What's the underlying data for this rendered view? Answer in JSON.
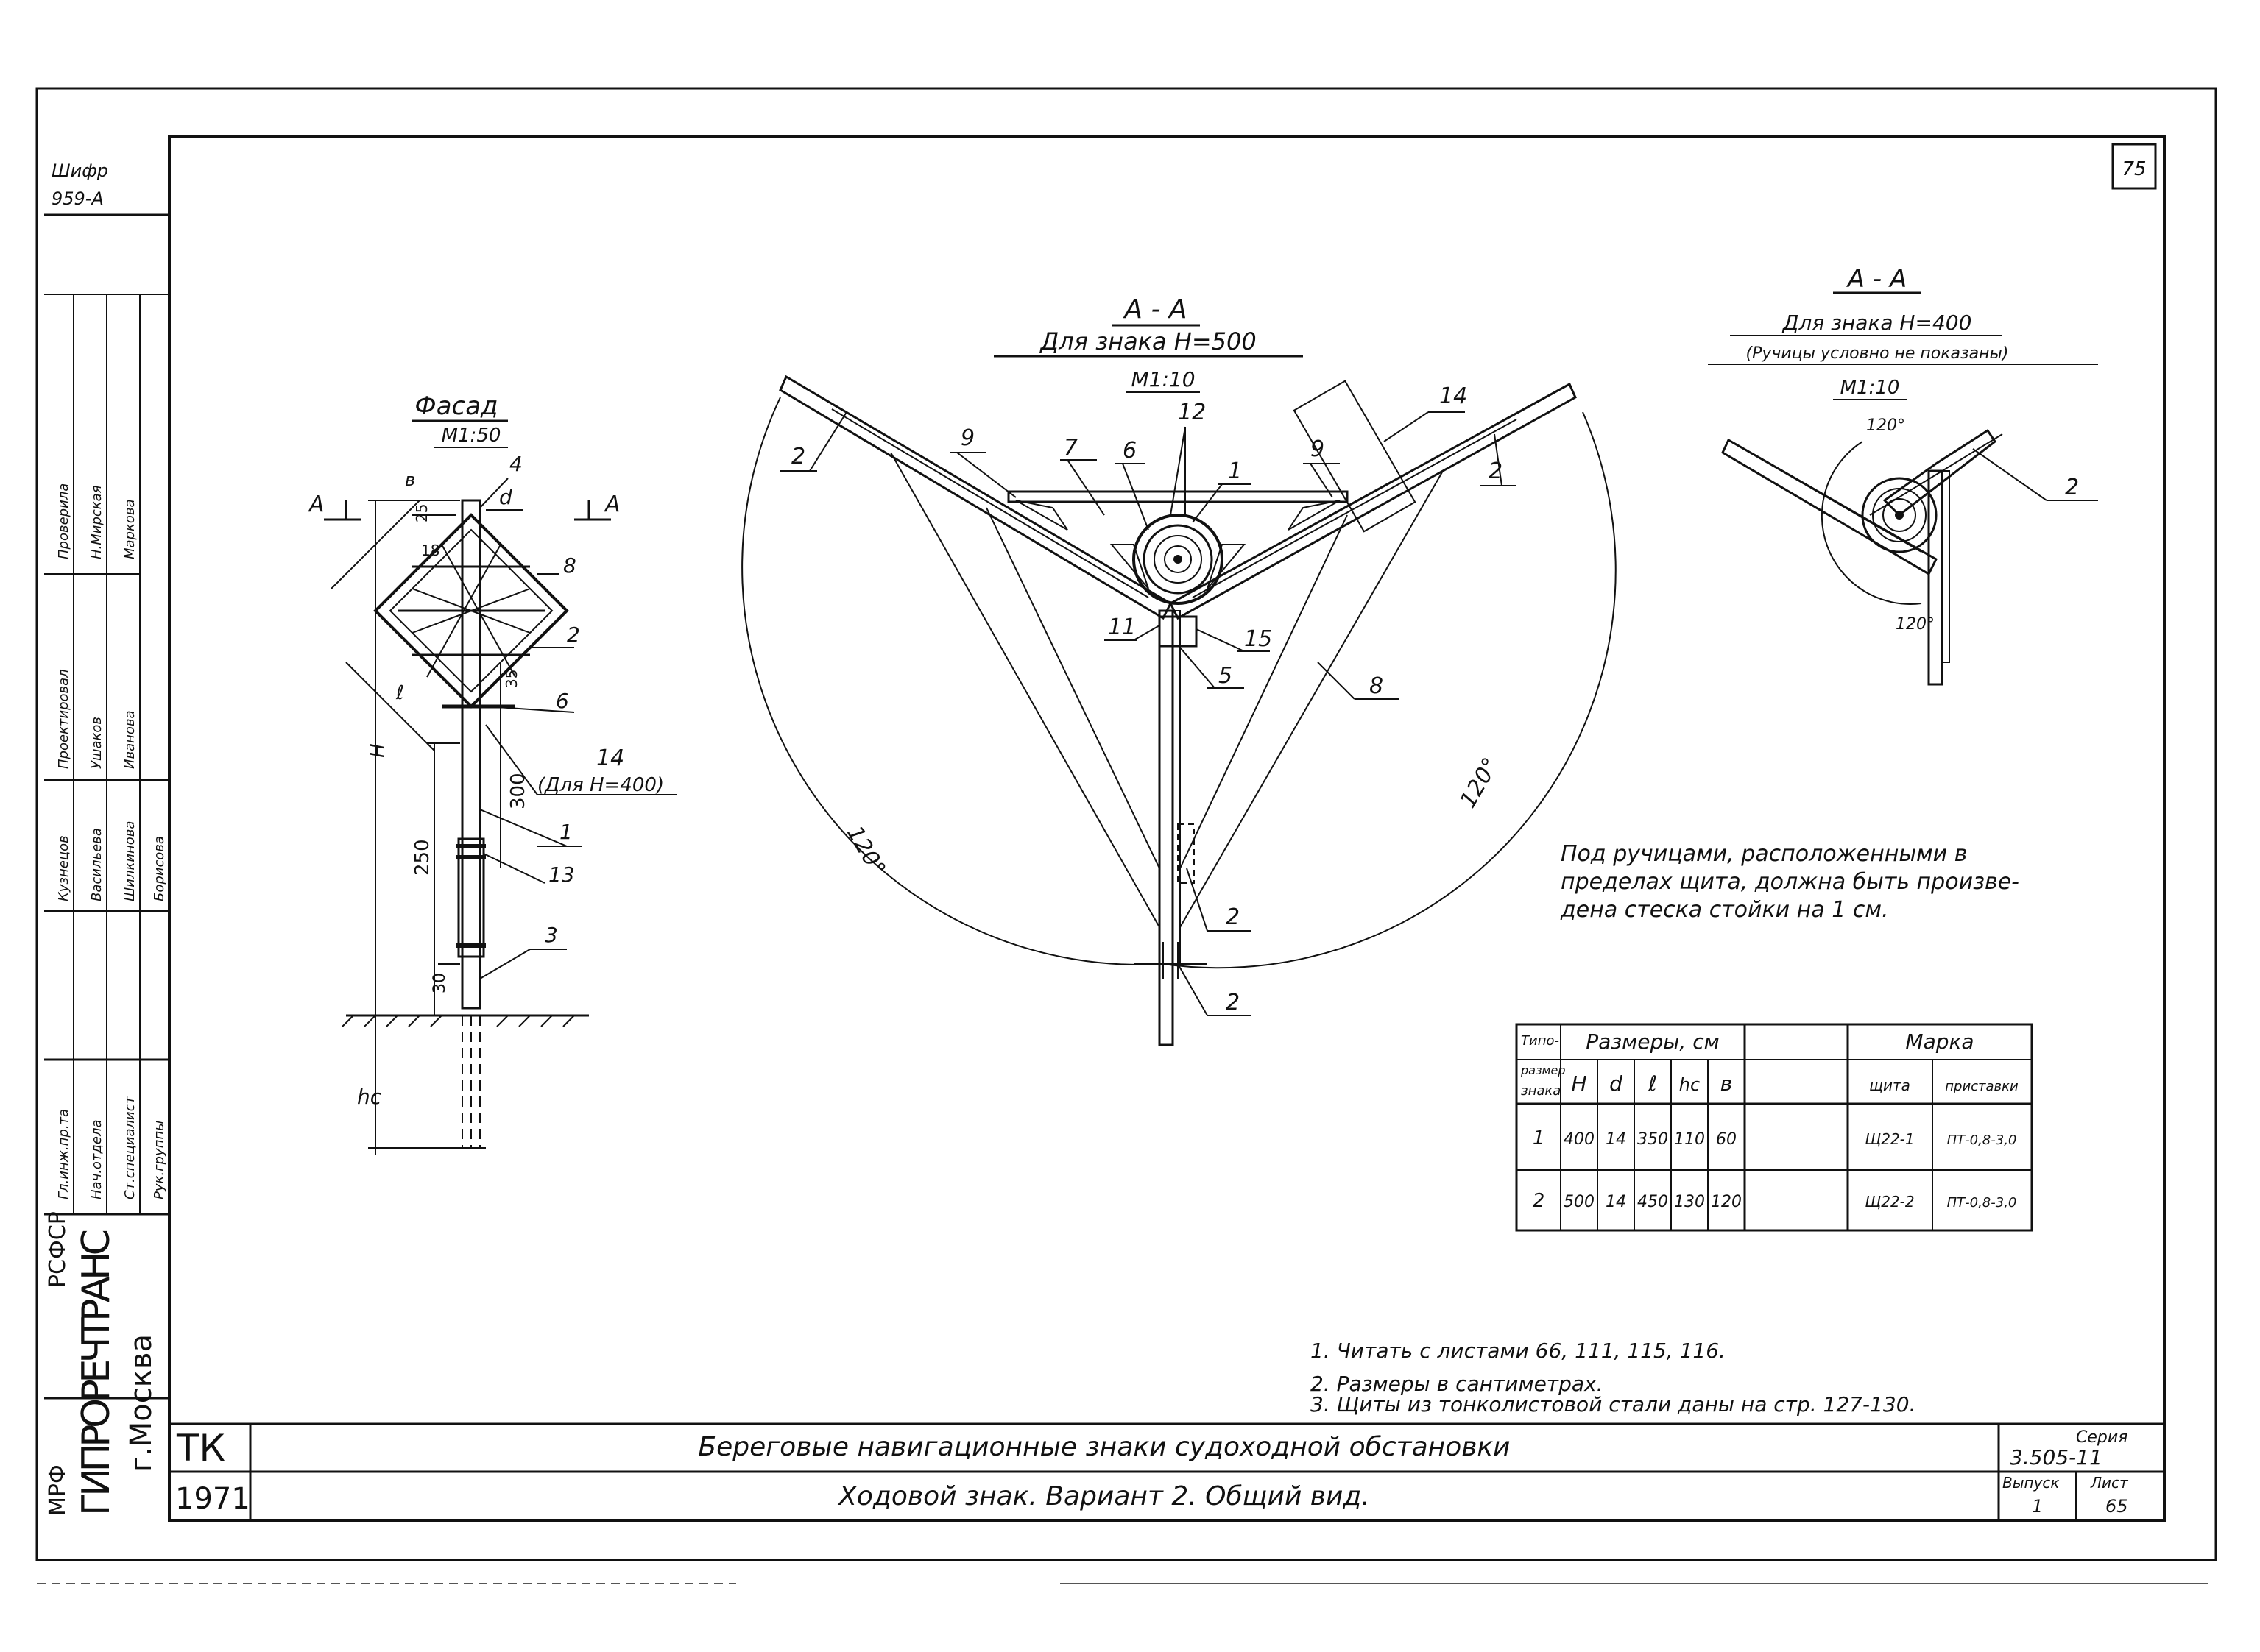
{
  "page_number": "75",
  "cipher": {
    "label": "Шифр",
    "value": "959-А"
  },
  "stamp": {
    "org_top": "МРФ",
    "org_republic": "РСФСР",
    "org_name": "ГИПРОРЕЧТРАНС",
    "city": "г.Москва",
    "roles": [
      "Гл.инж.пр.та",
      "Нач.отдела",
      "Ст.специалист",
      "Рук.группы"
    ],
    "names": [
      "Кузнецов",
      "Васильева",
      "Шилкинова",
      "Борисова"
    ],
    "check_roles": [
      "Проверила",
      "Проектировал"
    ],
    "check_names": [
      "Н.Мирская",
      "Ушаков",
      "Маркова",
      "Иванова"
    ]
  },
  "facade": {
    "title": "Фасад",
    "scale": "М1:50",
    "section_mark": "А",
    "dims": [
      "в",
      "25",
      "d",
      "18",
      "ℓ",
      "Н",
      "35",
      "300",
      "250",
      "30",
      "hс"
    ],
    "callouts": [
      "4",
      "8",
      "2",
      "6",
      "14",
      "(Для Н=400)",
      "1",
      "13",
      "3"
    ]
  },
  "section500": {
    "title": "А - А",
    "subtitle": "Для знака Н=500",
    "scale": "М1:10",
    "angle": "120°",
    "callouts": [
      "2",
      "9",
      "7",
      "6",
      "12",
      "1",
      "9",
      "14",
      "2",
      "11",
      "15",
      "5",
      "8",
      "2",
      "2"
    ]
  },
  "section400": {
    "title": "А - А",
    "subtitle": "Для знака Н=400",
    "note": "(Ручицы условно не показаны)",
    "scale": "М1:10",
    "angle": "120°",
    "callout": "2"
  },
  "side_note": [
    "Под ручицами, расположенными в",
    "пределах щита, должна быть произве-",
    "дена стеска стойки на 1 см."
  ],
  "table": {
    "col_type": [
      "Типо-",
      "размер",
      "знака"
    ],
    "group_sizes": "Размеры, см",
    "group_mark": "Марка",
    "headers": [
      "Н",
      "d",
      "ℓ",
      "hс",
      "в",
      "щита",
      "приставки"
    ],
    "rows": [
      [
        "1",
        "400",
        "14",
        "350",
        "110",
        "60",
        "Щ22-1",
        "ПТ-0,8-3,0"
      ],
      [
        "2",
        "500",
        "14",
        "450",
        "130",
        "120",
        "Щ22-2",
        "ПТ-0,8-3,0"
      ]
    ]
  },
  "notes": [
    "1. Читать с листами 66, 111, 115, 116.",
    "2. Размеры в сантиметрах.",
    "3. Щиты из тонколистовой стали даны на стр. 127-130."
  ],
  "title_block": {
    "code": "ТК",
    "year": "1971",
    "title": "Береговые навигационные знаки судоходной обстановки",
    "subtitle": "Ходовой знак. Вариант 2. Общий вид.",
    "series_label": "Серия",
    "series": "3.505-11",
    "issue_label": "Выпуск",
    "issue": "1",
    "sheet_label": "Лист",
    "sheet": "65"
  }
}
